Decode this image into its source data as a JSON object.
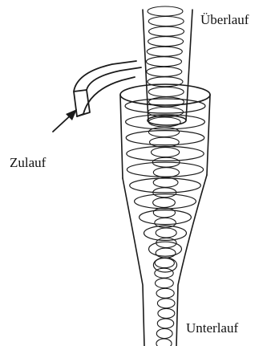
{
  "labels": {
    "overflow": "Überlauf",
    "inlet": "Zulauf",
    "underflow": "Unterlauf"
  },
  "colors": {
    "ink": "#1a1a1a",
    "background": "#ffffff"
  }
}
